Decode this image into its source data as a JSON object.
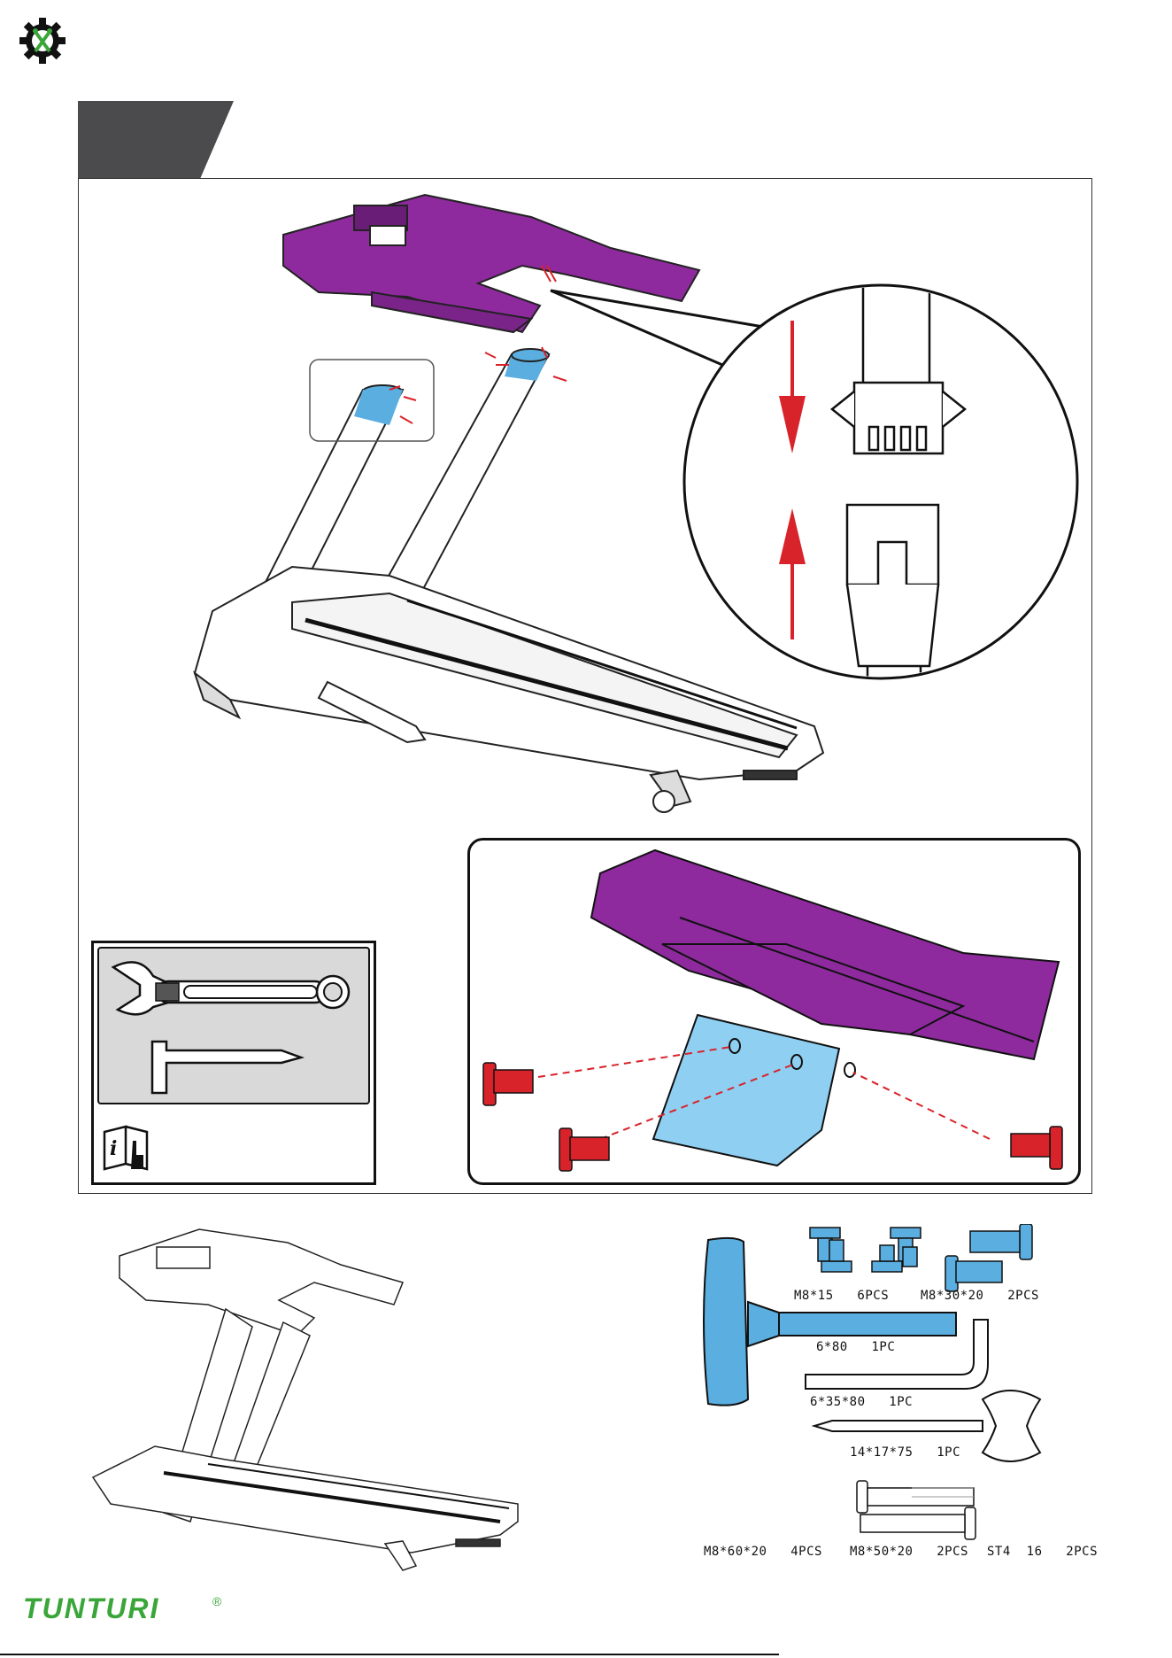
{
  "brand": {
    "name": "TUNTURI",
    "registered": "®"
  },
  "colors": {
    "accent_purple": "#8e2a9e",
    "accent_blue": "#5aaee0",
    "bolt_red": "#d8232a",
    "step_tab": "#4b4b4d",
    "brand_green": "#3aa639"
  },
  "icons": [
    "assembly-gear-icon",
    "wrench-icon",
    "allen-key-icon",
    "manual-info-icon",
    "arrow-down-icon",
    "arrow-up-icon"
  ],
  "hardware": {
    "m8x15": "M8*15   6PCS",
    "m8x30x20": "M8*30*20   2PCS",
    "hex_6x80": "6*80   1PC",
    "hex_6x35x80": "6*35*80   1PC",
    "wrench_14x17x75": "14*17*75   1PC",
    "m8x60x20": "M8*60*20   4PCS",
    "m8x50x20": "M8*50*20   2PCS",
    "st4x16": "ST4  16   2PCS"
  }
}
